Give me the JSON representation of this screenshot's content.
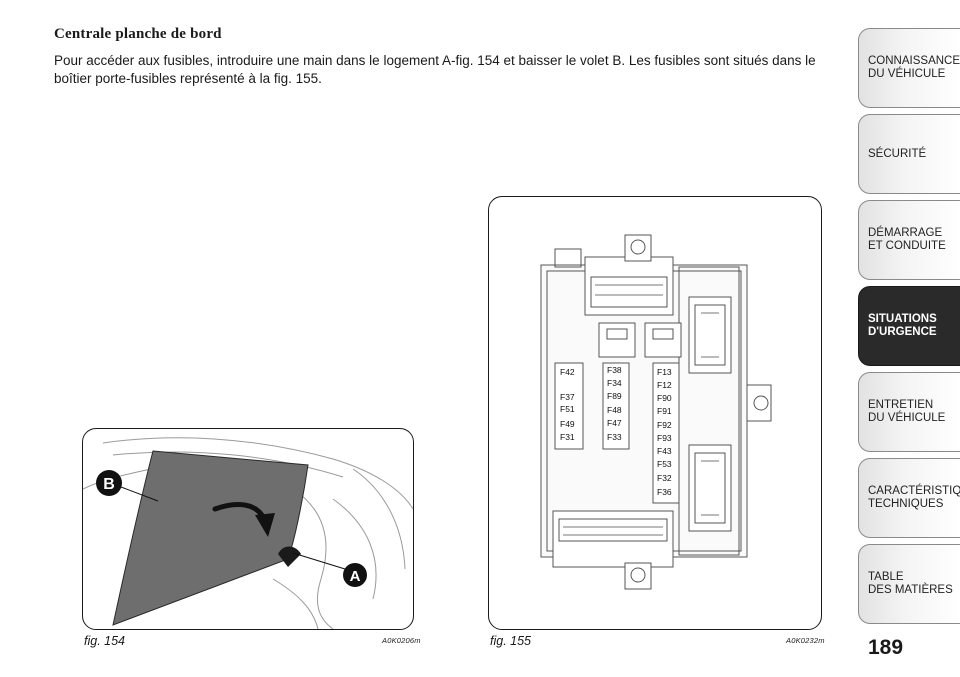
{
  "section": {
    "title": "Centrale planche de bord",
    "text": "Pour accéder aux fusibles, introduire une main dans le logement A-fig. 154 et baisser le volet B. Les fusibles sont situés dans le boîtier porte-fusibles représenté à la fig. 155."
  },
  "figures": [
    {
      "caption": "fig. 154",
      "code": "A0K0206m",
      "labels": [
        "B",
        "A"
      ]
    },
    {
      "caption": "fig. 155",
      "code": "A0K0232m"
    }
  ],
  "fuses": {
    "left": [
      "F42",
      "F37",
      "F51",
      "F49",
      "F31"
    ],
    "middle": [
      "F38",
      "F34",
      "F89",
      "F48",
      "F47",
      "F33"
    ],
    "right": [
      "F13",
      "F12",
      "F90",
      "F91",
      "F92",
      "F93",
      "F43",
      "F53",
      "F32",
      "F36"
    ]
  },
  "side_tabs": [
    {
      "label": "CONNAISSANCE\nDU VÉHICULE",
      "active": false
    },
    {
      "label": "SÉCURITÉ",
      "active": false
    },
    {
      "label": "DÉMARRAGE\nET CONDUITE",
      "active": false
    },
    {
      "label": "SITUATIONS\nD'URGENCE",
      "active": true
    },
    {
      "label": "ENTRETIEN\nDU VÉHICULE",
      "active": false
    },
    {
      "label": "CARACTÉRISTIQUES\nTECHNIQUES",
      "active": false
    },
    {
      "label": "TABLE\nDES MATIÈRES",
      "active": false
    }
  ],
  "page_number": "189",
  "colors": {
    "active_tab": "#2a2a2a",
    "flap": "#6e6e6e"
  }
}
